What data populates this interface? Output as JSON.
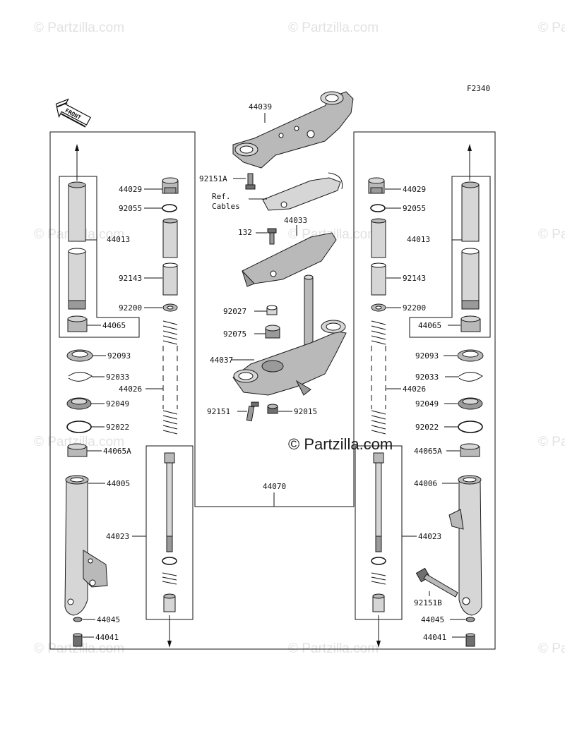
{
  "figure_code": "F2340",
  "front_label": "FRONT",
  "watermark": {
    "main": "© Partzilla.com",
    "faint": "© Partzilla.com"
  },
  "ref_note": {
    "line1": "Ref.",
    "line2": "Cables"
  },
  "parts": {
    "top_bracket": "44039",
    "top_bolt": "92151A",
    "cable_bracket": "44033",
    "bolt_132": "132",
    "washer_92027": "92027",
    "nut_92075": "92075",
    "stem": "44037",
    "stem_bolt": "92151",
    "cap_nut_92015": "92015",
    "fork_assy": "44070",
    "left": {
      "cap": "44029",
      "oring": "92055",
      "tube": "44013",
      "spacer": "92143",
      "washer": "92200",
      "bushing": "44065",
      "seal": "92093",
      "clip": "92033",
      "spring": "44026",
      "oil_seal": "92049",
      "ring": "92022",
      "bushing_a": "44065A",
      "outer_tube": "44005",
      "damper": "44023",
      "gasket": "44045",
      "bolt": "44041"
    },
    "right": {
      "cap": "44029",
      "oring": "92055",
      "tube": "44013",
      "spacer": "92143",
      "washer": "92200",
      "bushing": "44065",
      "seal": "92093",
      "clip": "92033",
      "spring": "44026",
      "oil_seal": "92049",
      "ring": "92022",
      "bushing_a": "44065A",
      "outer_tube": "44006",
      "damper": "44023",
      "axle_bolt": "92151B",
      "gasket": "44045",
      "bolt": "44041"
    }
  }
}
